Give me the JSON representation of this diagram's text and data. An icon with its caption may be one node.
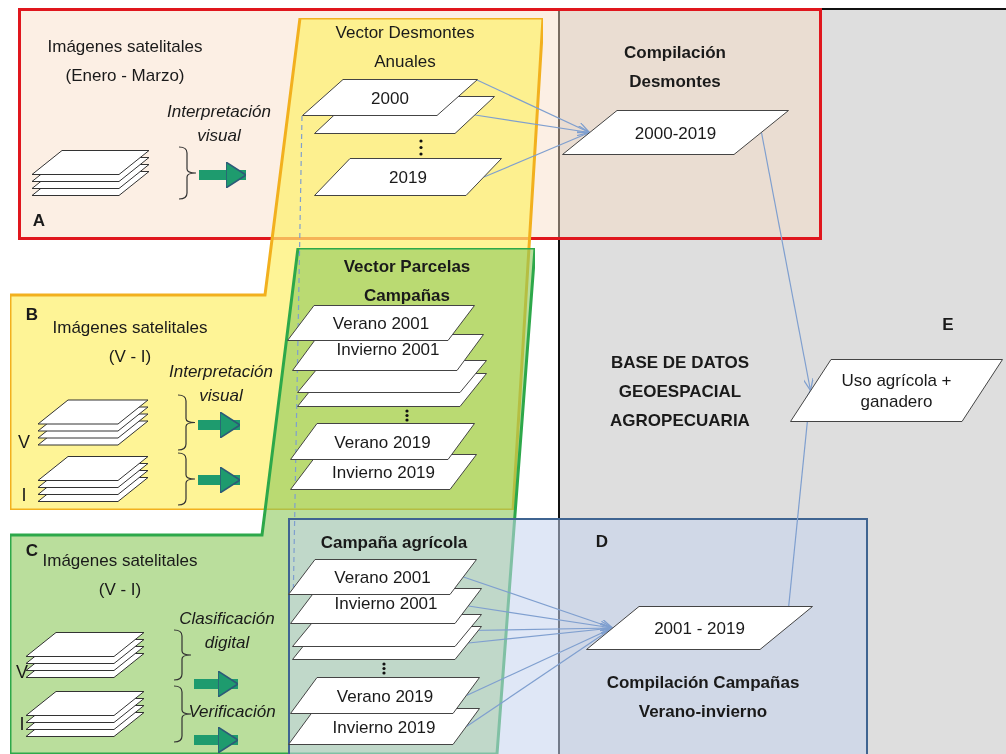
{
  "diagram": {
    "nodes": [
      {
        "text": [],
        "shape": "picture"
      },
      {
        "text": [],
        "shape": "picture"
      },
      {
        "text": [],
        "shape": "picture"
      },
      {
        "text": [],
        "shape": "picture"
      },
      {
        "text": [],
        "shape": "picture"
      },
      {
        "text": [
          "2000"
        ]
      },
      {
        "text": [],
        "shape": "parallelogram"
      },
      {
        "text": [
          "2019"
        ]
      },
      {
        "text": [
          "2000-2019"
        ]
      },
      {
        "text": [
          "Verano 2001"
        ]
      },
      {
        "text": [
          "Invierno 2001"
        ]
      },
      {
        "text": [],
        "shape": "parallelogram"
      },
      {
        "text": [],
        "shape": "parallelogram"
      },
      {
        "text": [
          "Verano 2019"
        ]
      },
      {
        "text": [
          "Invierno 2019"
        ]
      },
      {
        "text": [
          "Verano 2001"
        ]
      },
      {
        "text": [
          "Invierno 2001"
        ]
      },
      {
        "text": [],
        "shape": "parallelogram"
      },
      {
        "text": [],
        "shape": "parallelogram"
      },
      {
        "text": [
          "Verano 2019"
        ]
      },
      {
        "text": [
          "Invierno 2019"
        ]
      },
      {
        "text": [
          "2001 - 2019"
        ]
      },
      {
        "text": [
          "Uso agrícola + ganadero"
        ]
      }
    ],
    "edges": [
      {
        "from": 0,
        "to": null,
        "arrow": "to",
        "style": "thick",
        "color": "#1e9b6e"
      },
      {
        "from": 1,
        "to": null,
        "arrow": "to",
        "style": "thick",
        "color": "#1e9b6e"
      },
      {
        "from": 2,
        "to": null,
        "arrow": "to",
        "style": "thick",
        "color": "#1e9b6e"
      },
      {
        "from": 3,
        "to": null,
        "arrow": "to",
        "style": "thick",
        "color": "#1e9b6e"
      },
      {
        "from": 4,
        "to": null,
        "arrow": "to",
        "style": "thick",
        "color": "#1e9b6e"
      },
      {
        "from": 5,
        "to": 8,
        "arrow": "to"
      },
      {
        "from": 6,
        "to": 8,
        "arrow": "to"
      },
      {
        "from": 7,
        "to": 8,
        "arrow": "to"
      },
      {
        "from": 15,
        "to": 21,
        "arrow": "to"
      },
      {
        "from": 16,
        "to": 21,
        "arrow": "to"
      },
      {
        "from": 17,
        "to": 21,
        "arrow": "to"
      },
      {
        "from": 18,
        "to": 21,
        "arrow": "to"
      },
      {
        "from": 19,
        "to": 21,
        "arrow": "to"
      },
      {
        "from": 20,
        "to": 21,
        "arrow": "to"
      },
      {
        "from": 8,
        "to": 22,
        "arrow": "to"
      },
      {
        "from": 21,
        "to": 22,
        "arrow": "to"
      },
      {
        "from": 5,
        "to": 15,
        "arrow": "none",
        "style": "dashed"
      }
    ],
    "labels": [
      "Imágenes satelitales (Enero - Marzo)",
      "Vector Desmontes Anuales",
      "Compilación Desmontes",
      "Interpretación visual",
      "A",
      "Vector Parcelas Campañas",
      "B",
      "Imágenes satelitales (V - I)",
      "E",
      "BASE DE DATOS GEOESPACIAL AGROPECUARIA",
      "Interpretación visual",
      "V",
      "I",
      "Campaña agrícola",
      "C",
      "D",
      "Imágenes satelitales (V - I)",
      "Clasificación digital",
      "V",
      "Verificación",
      "I",
      "Compilación Campañas Verano-invierno"
    ]
  }
}
